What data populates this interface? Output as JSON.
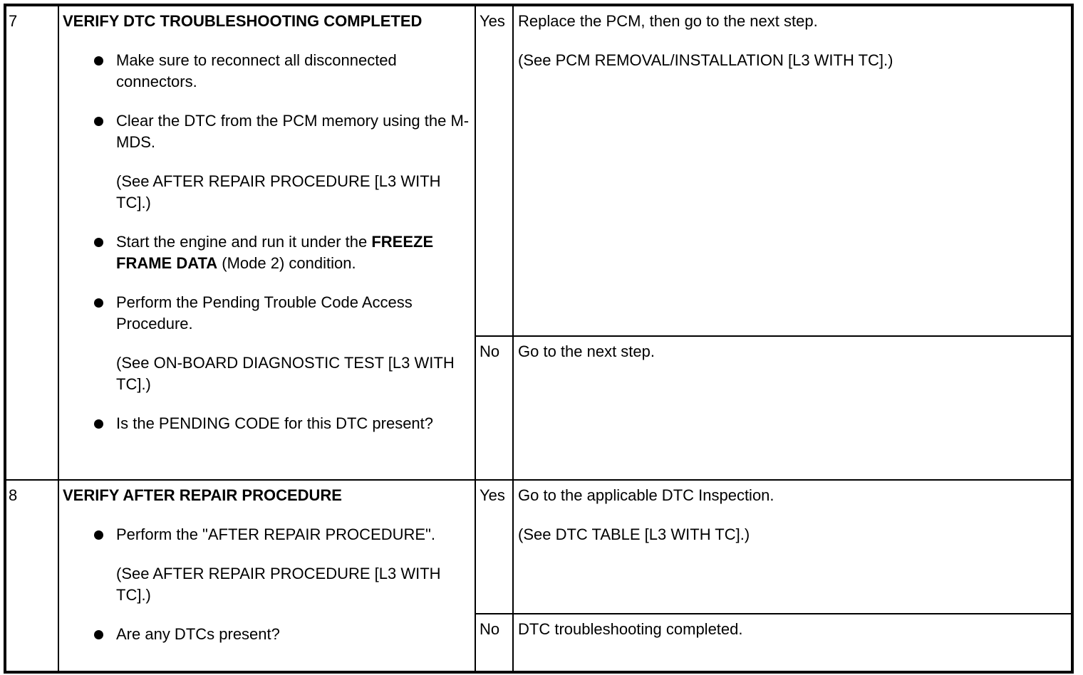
{
  "rows": [
    {
      "step": "7",
      "title": "VERIFY DTC TROUBLESHOOTING COMPLETED",
      "items": [
        {
          "bullet": true,
          "text": "Make sure to reconnect all disconnected connectors."
        },
        {
          "bullet": true,
          "text": "Clear the DTC from the PCM memory using the M-MDS."
        },
        {
          "bullet": false,
          "text": "(See AFTER REPAIR PROCEDURE [L3 WITH TC].)"
        },
        {
          "bullet": true,
          "text_pre": "Start the engine and run it under the ",
          "text_bold": "FREEZE FRAME DATA",
          "text_post": " (Mode 2) condition."
        },
        {
          "bullet": true,
          "text": "Perform the Pending Trouble Code Access Procedure."
        },
        {
          "bullet": false,
          "text": "(See ON-BOARD DIAGNOSTIC TEST [L3 WITH TC].)"
        },
        {
          "bullet": true,
          "text": "Is the PENDING CODE for this DTC present?"
        }
      ],
      "yes_label": "Yes",
      "yes_lines": [
        "Replace the PCM, then go to the next step.",
        "(See PCM REMOVAL/INSTALLATION [L3 WITH TC].)"
      ],
      "no_label": "No",
      "no_lines": [
        "Go to the next step."
      ]
    },
    {
      "step": "8",
      "title": "VERIFY AFTER REPAIR PROCEDURE",
      "items": [
        {
          "bullet": true,
          "text": "Perform the \"AFTER REPAIR PROCEDURE\"."
        },
        {
          "bullet": false,
          "text": "(See AFTER REPAIR PROCEDURE [L3 WITH TC].)"
        },
        {
          "bullet": true,
          "text": "Are any DTCs present?"
        }
      ],
      "yes_label": "Yes",
      "yes_lines": [
        "Go to the applicable DTC Inspection.",
        "(See DTC TABLE [L3 WITH TC].)"
      ],
      "no_label": "No",
      "no_lines": [
        "DTC troubleshooting completed."
      ]
    }
  ]
}
